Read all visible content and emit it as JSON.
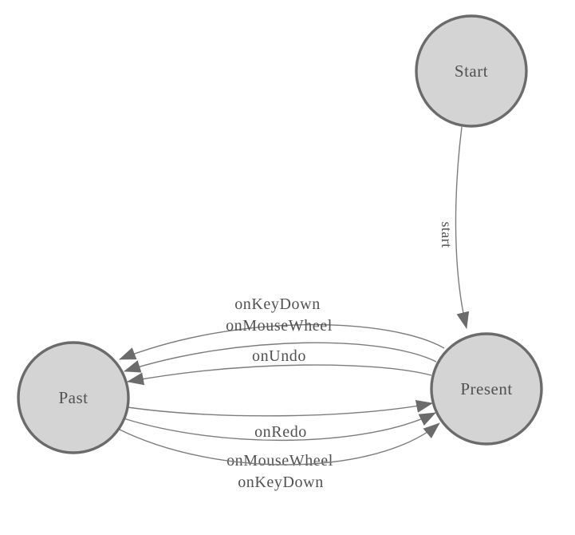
{
  "diagram": {
    "type": "state-machine",
    "nodes": [
      {
        "id": "start",
        "label": "Start"
      },
      {
        "id": "present",
        "label": "Present"
      },
      {
        "id": "past",
        "label": "Past"
      }
    ],
    "edges": [
      {
        "from": "Start",
        "to": "Present",
        "label": "start"
      },
      {
        "from": "Present",
        "to": "Past",
        "label": "onKeyDown"
      },
      {
        "from": "Present",
        "to": "Past",
        "label": "onMouseWheel"
      },
      {
        "from": "Present",
        "to": "Past",
        "label": "onUndo"
      },
      {
        "from": "Past",
        "to": "Present",
        "label": "onRedo"
      },
      {
        "from": "Past",
        "to": "Present",
        "label": "onMouseWheel"
      },
      {
        "from": "Past",
        "to": "Present",
        "label": "onKeyDown"
      }
    ]
  },
  "colors": {
    "background": "#ffffff",
    "node_fill": "#d4d4d4",
    "node_stroke": "#6b6b6b",
    "edge_color": "#7c7c7c",
    "arrow_color": "#6b6b6b",
    "text_color": "#515151"
  }
}
